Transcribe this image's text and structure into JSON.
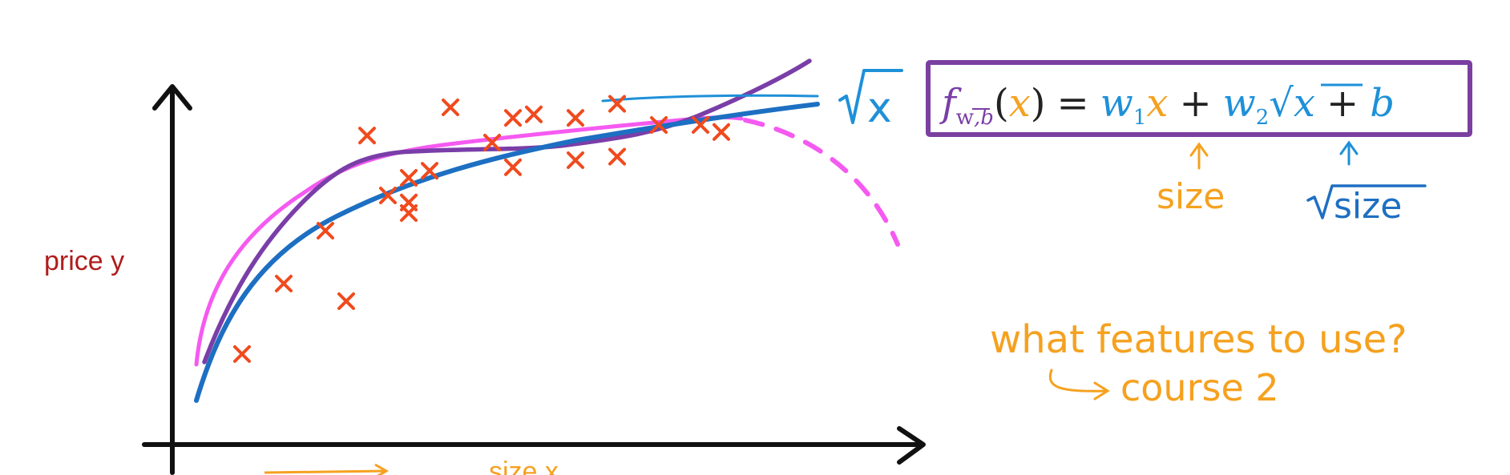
{
  "labels": {
    "y_axis": "price y",
    "x_axis": "size x",
    "sqrt_x": "x",
    "size_note": "size",
    "sqrt_size_note": "size",
    "question": "what features to use?",
    "course": "course 2"
  },
  "formula": {
    "f": "f",
    "sub_w": "w",
    "sub_comma_b": ",b",
    "paren_open": "(",
    "x1": "x",
    "paren_close": ")",
    "equals": "=",
    "w1": "w",
    "w1_sub": "1",
    "x2": "x",
    "plus1": "+",
    "w2": "w",
    "w2_sub": "2",
    "sqrt_x": "x",
    "plus2": "+",
    "b": "b"
  },
  "colors": {
    "axis": "#111111",
    "data_marks": "#f04a1e",
    "quadratic_fit": "#f55af0",
    "cubic_fit": "#7a3ea8",
    "sqrt_fit": "#1d6fc2",
    "sqrt_label": "#1e90d8",
    "formula_box": "#7b3fa0",
    "orange_text": "#f5a11f",
    "blue_text": "#1e90d8",
    "price_label": "#b01c1c"
  },
  "chart_data": {
    "type": "scatter",
    "x": [
      1,
      2,
      3,
      3.5,
      4,
      4.5,
      5,
      5,
      5,
      5.5,
      6,
      7,
      7.5,
      7.5,
      8,
      9,
      9,
      10,
      10,
      11,
      12,
      12.5
    ],
    "y": [
      2,
      4,
      5.5,
      3.5,
      8.2,
      6.5,
      7,
      6,
      6.3,
      7.2,
      9,
      8,
      7.3,
      8.7,
      8.8,
      7.5,
      8.7,
      7.6,
      9.1,
      8.5,
      8.5,
      8.3
    ],
    "xlabel": "size x",
    "ylabel": "price y"
  }
}
